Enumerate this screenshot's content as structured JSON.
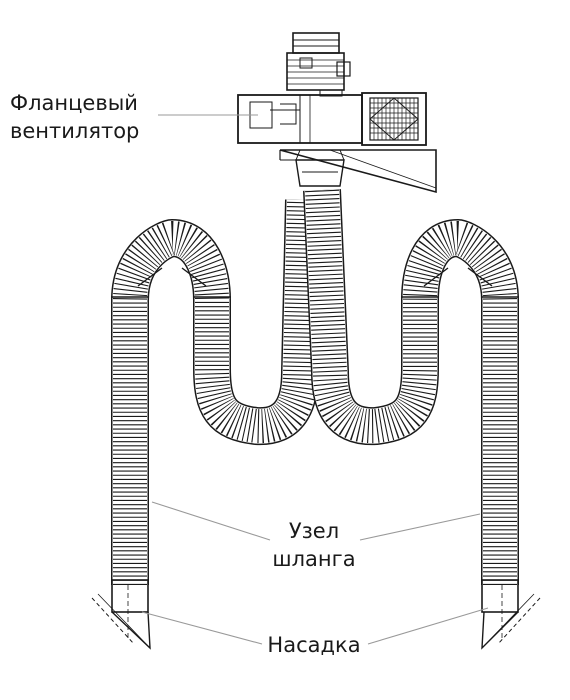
{
  "labels": {
    "fan_line1": "Фланцевый",
    "fan_line2": "вентилятор",
    "hose_line1": "Узел",
    "hose_line2": "шланга",
    "nozzle": "Насадка"
  },
  "colors": {
    "ink": "#1a1a1a",
    "leader": "#999999",
    "background": "#ffffff"
  }
}
